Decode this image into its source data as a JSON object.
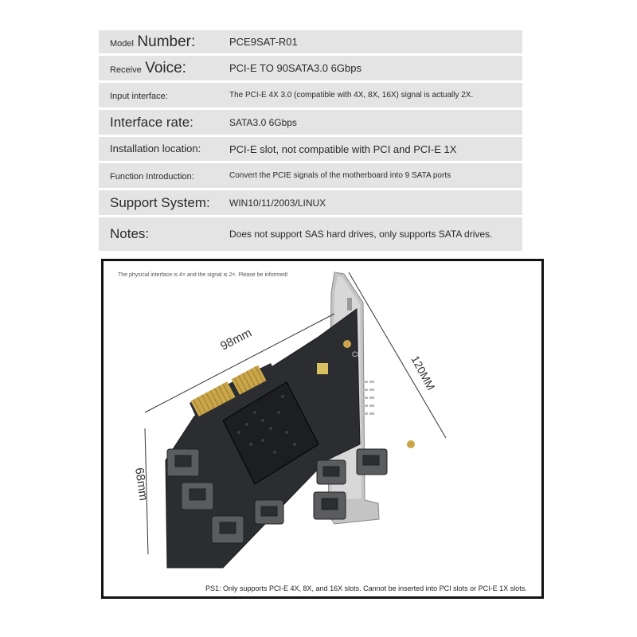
{
  "specs": [
    {
      "label_small": "Model",
      "label_big": "Number:",
      "value": "PCE9SAT-R01"
    },
    {
      "label_small": "Receive",
      "label_big": "Voice:",
      "value": "PCI-E TO 90SATA3.0 6Gbps"
    },
    {
      "label_small": "Input interface:",
      "label_big": "",
      "value": "The PCI-E 4X 3.0 (compatible with 4X, 8X, 16X) signal is actually 2X."
    },
    {
      "label_small": "",
      "label_big": "Interface rate:",
      "value": "SATA3.0 6Gbps"
    },
    {
      "label_small": "Installation location:",
      "label_big": "",
      "value": "PCI-E slot, not compatible with PCI and PCI-E 1X"
    },
    {
      "label_small": "Function Introduction:",
      "label_big": "",
      "value": "Convert the PCIE signals of the motherboard into 9 SATA ports"
    },
    {
      "label_small": "",
      "label_big": "Support System:",
      "value": "WIN10/11/2003/LINUX"
    },
    {
      "label_small": "",
      "label_big": "Notes:",
      "value": "Does not support SAS hard drives, only supports SATA drives."
    }
  ],
  "photo": {
    "top_note": "The physical interface is 4× and the signal is 2×. Please be informed!",
    "dim_width": "98mm",
    "dim_height": "68mm",
    "dim_bracket": "120MM",
    "ps_note": "PS1: Only supports PCI-E 4X, 8X, and 16X slots. Cannot be inserted into PCI slots or PCI-E 1X slots."
  },
  "colors": {
    "row_bg": "#e4e4e4",
    "pcb": "#2a2c30",
    "gold": "#c9a64a",
    "bracket": "#b8b8b8"
  }
}
